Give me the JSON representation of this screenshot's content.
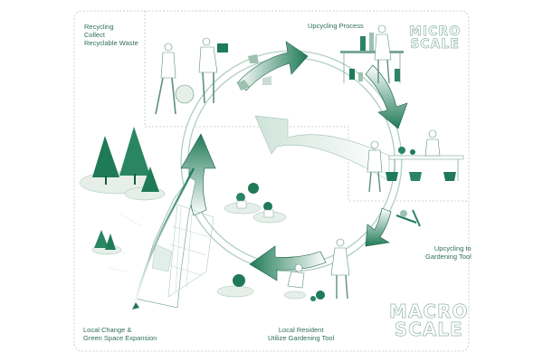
{
  "colors": {
    "primary": "#1f7a58",
    "dark": "#155c43",
    "light": "#cfe3d9",
    "line": "#7aa896",
    "dashed": "#b8c9c2"
  },
  "labels": {
    "recycling": [
      "Recycling",
      "Collect",
      "Recyclable Waste"
    ],
    "upcycling_process": [
      "Upcycling Process"
    ],
    "upcycling_to_tool": [
      "Upcycling to",
      "Gardening Tool"
    ],
    "local_resident": [
      "Local Resident",
      "Utilize Gardening Tool"
    ],
    "local_change": [
      "Local Change &",
      "Green Space Expansion"
    ]
  },
  "scales": {
    "micro": [
      "MICRO",
      "SCALE"
    ],
    "macro": [
      "MACRO",
      "SCALE"
    ]
  }
}
